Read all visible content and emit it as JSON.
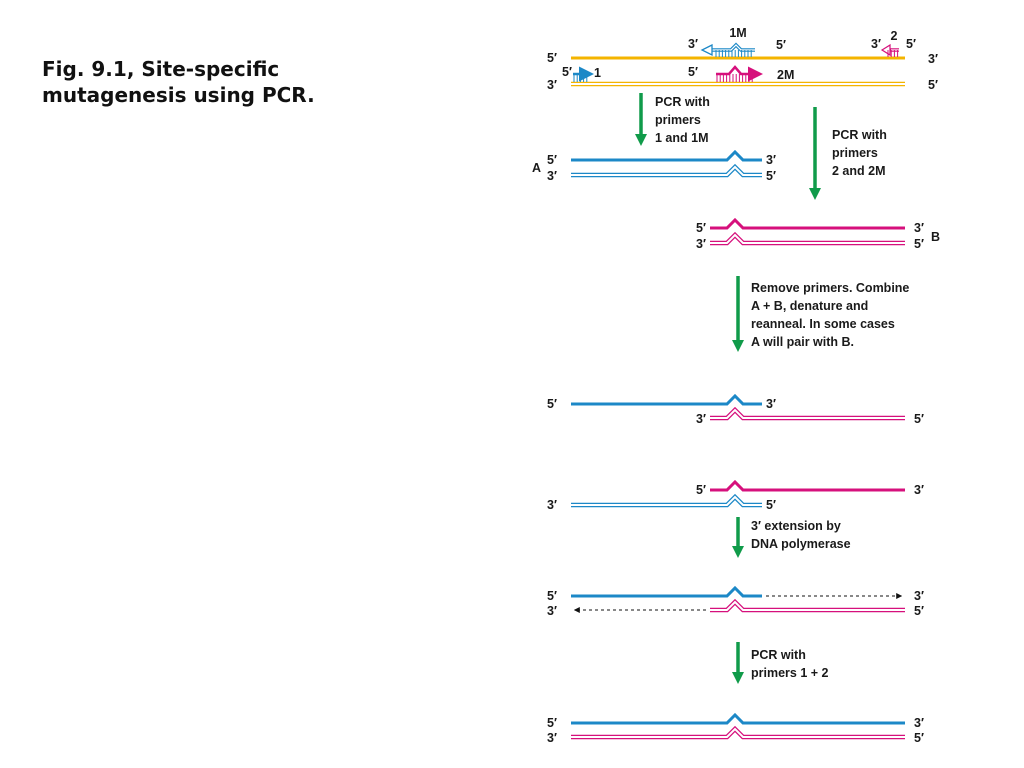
{
  "caption": {
    "line1": "Fig. 9.1, Site-specific",
    "line2": "mutagenesis using PCR."
  },
  "colors": {
    "template": "#f4b400",
    "product_a": "#1c88c7",
    "product_b": "#d6107c",
    "arrow": "#109b4a",
    "text": "#1a1a1a"
  },
  "labels": {
    "p5": "5′",
    "p3": "3′",
    "primer_1": "1",
    "primer_1m": "1M",
    "primer_2": "2",
    "primer_2m": "2M",
    "product_a": "A",
    "product_b": "B"
  },
  "steps": {
    "pcr_1_1m": [
      "PCR with",
      "primers",
      "1 and 1M"
    ],
    "pcr_2_2m": [
      "PCR with",
      "primers",
      "2 and 2M"
    ],
    "combine": [
      "Remove primers. Combine",
      "A + B, denature and",
      "reanneal. In some cases",
      "A will pair with B."
    ],
    "extension": [
      "3′ extension by",
      "DNA polymerase"
    ],
    "pcr_1_2": [
      "PCR with",
      "primers 1 + 2"
    ]
  }
}
